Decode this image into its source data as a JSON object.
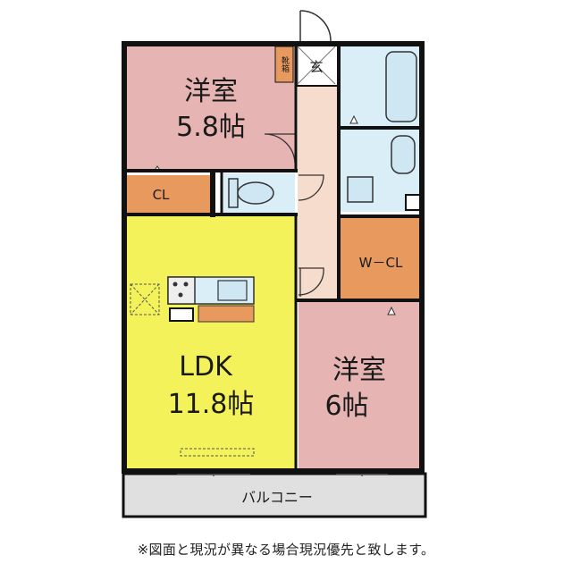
{
  "rooms": {
    "western_room_1": {
      "name": "洋室",
      "size": "5.8帖"
    },
    "western_room_2": {
      "name": "洋室",
      "size": "6帖"
    },
    "ldk": {
      "name": "LDK",
      "size": "11.8帖"
    },
    "closet": "CL",
    "walk_in_closet": "W－CL",
    "balcony": "バルコニー",
    "shoe_box": "靴箱",
    "entrance": "玄"
  },
  "disclaimer": "※図面と現況が異なる場合現況優先と致します。",
  "colors": {
    "western_room": "#e6b5b3",
    "ldk": "#f4f25a",
    "closet": "#e89a5e",
    "hall": "#f6dccd",
    "wet_area": "#d9eef7",
    "balcony": "#e0e0e0",
    "wall": "#111111"
  }
}
